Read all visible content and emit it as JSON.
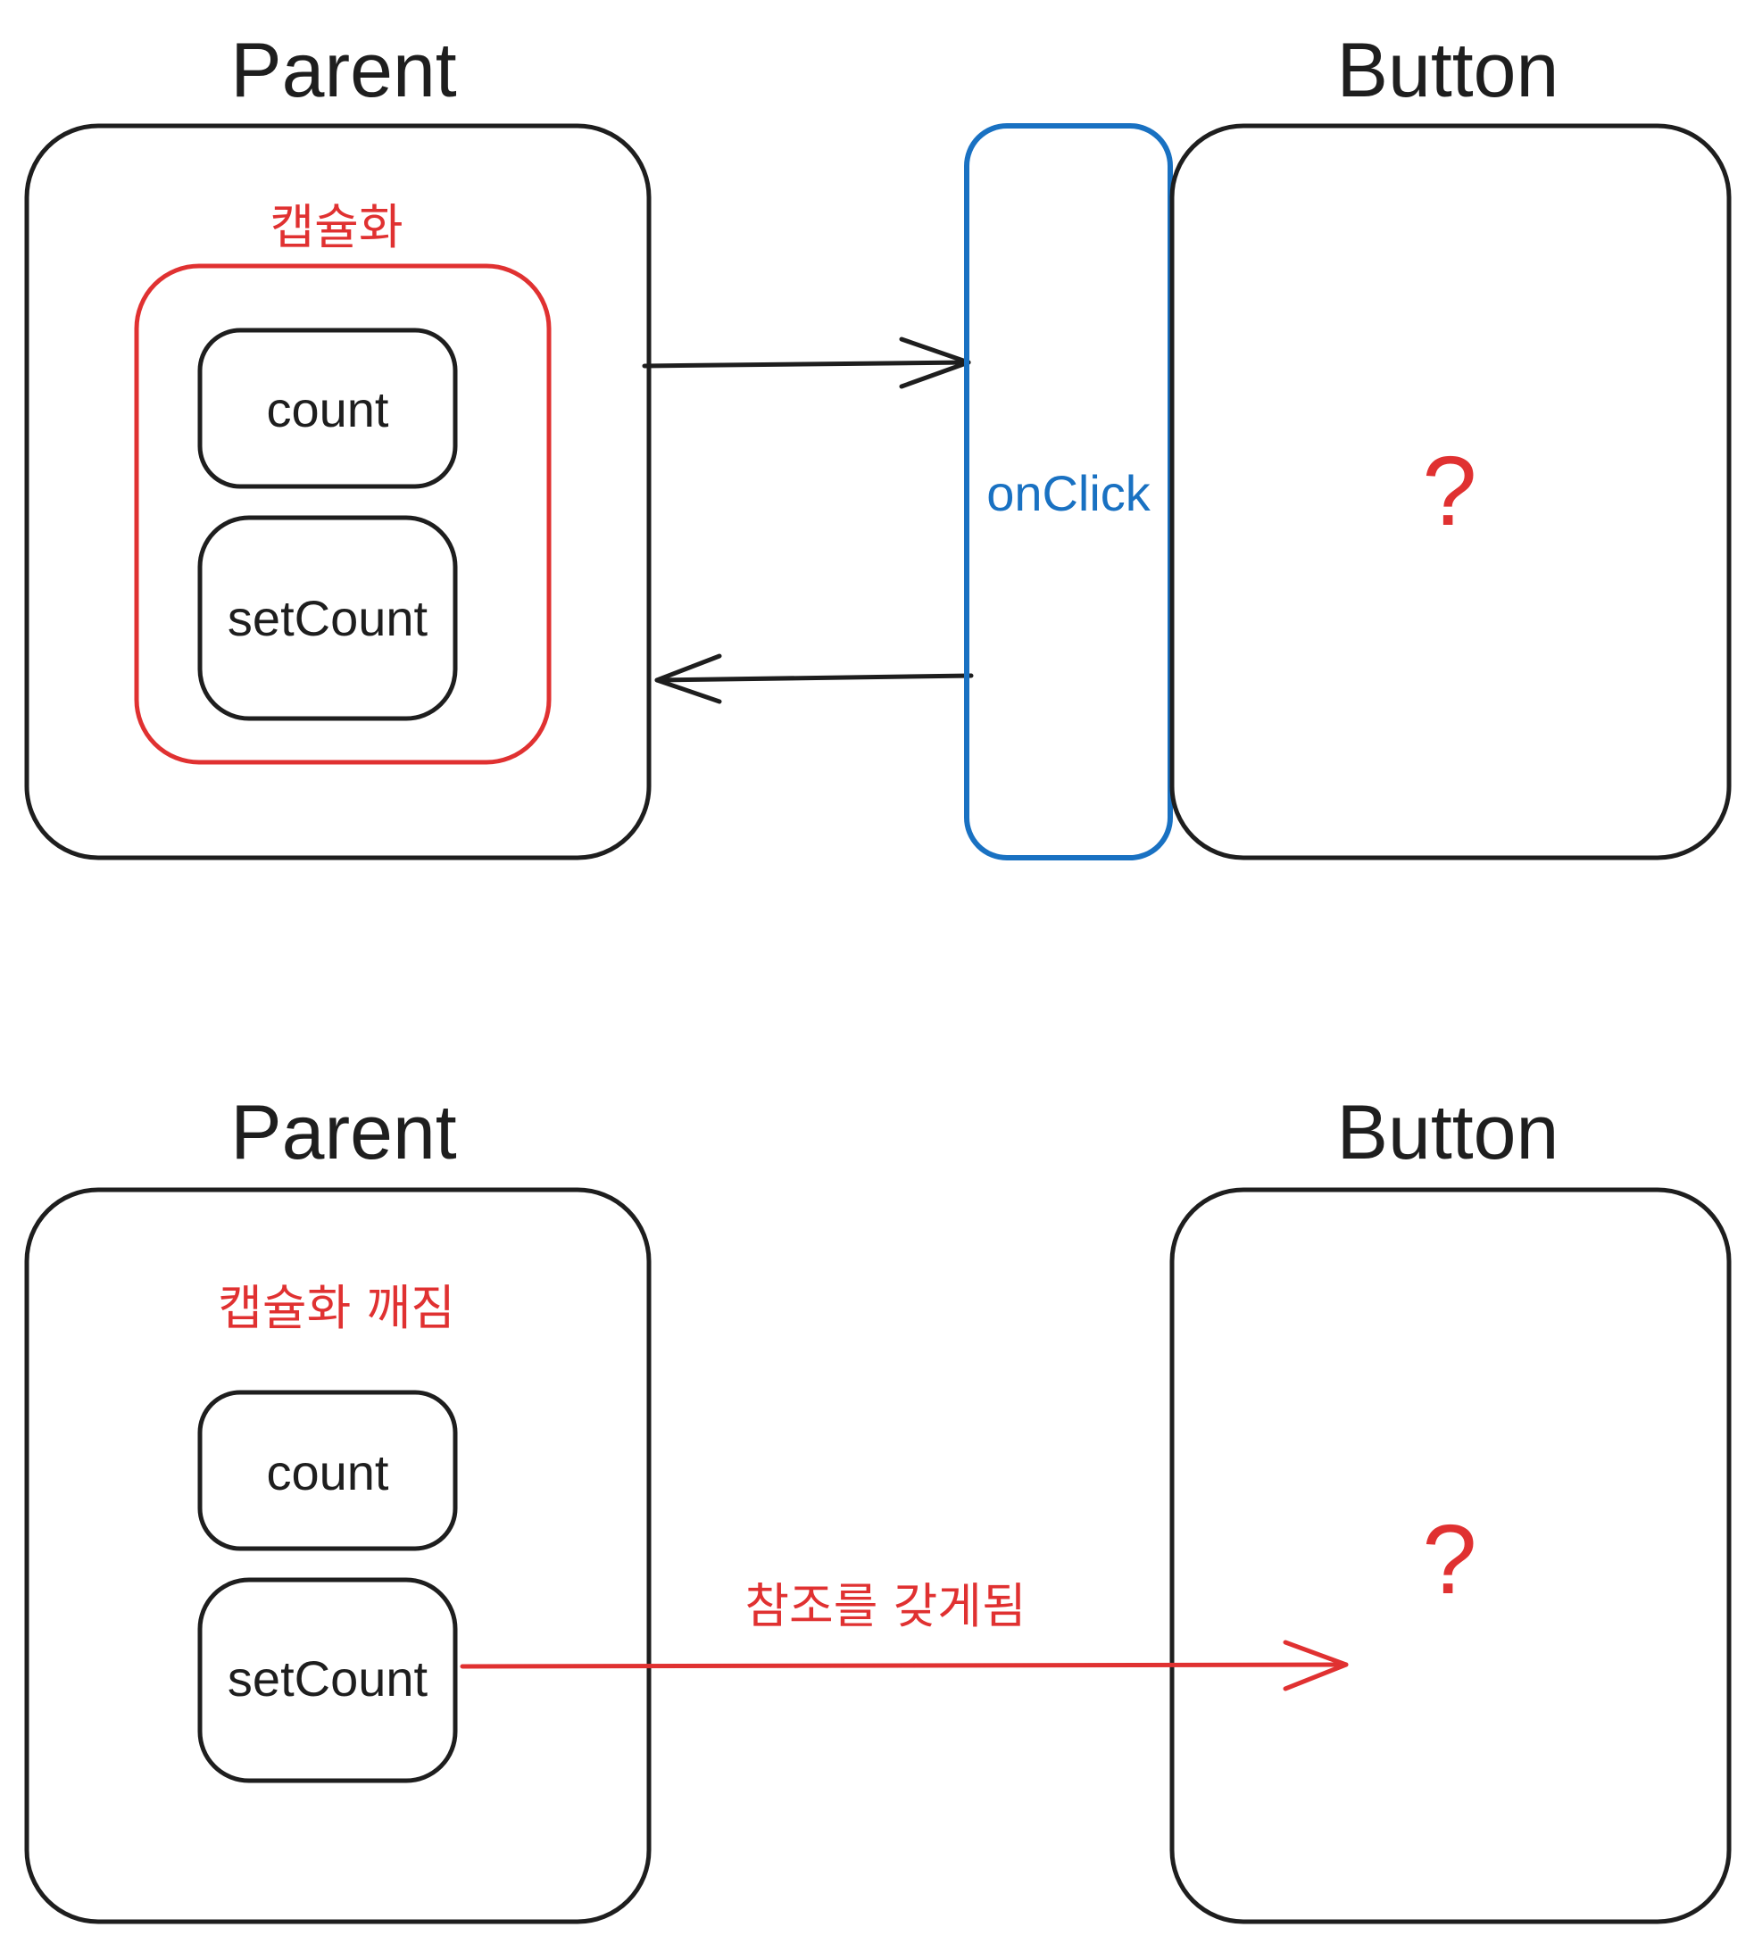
{
  "top": {
    "parent_title": "Parent",
    "button_title": "Button",
    "encapsulation_label": "캡슐화",
    "count_label": "count",
    "setcount_label": "setCount",
    "onclick_label": "onClick",
    "question_mark": "?"
  },
  "bottom": {
    "parent_title": "Parent",
    "button_title": "Button",
    "encapsulation_broken_label": "캡슐화 깨짐",
    "count_label": "count",
    "setcount_label": "setCount",
    "reference_label": "참조를 갖게됨",
    "question_mark": "?"
  },
  "colors": {
    "stroke": "#1e1e1e",
    "accent_red": "#e03131",
    "accent_blue": "#1971c2"
  }
}
